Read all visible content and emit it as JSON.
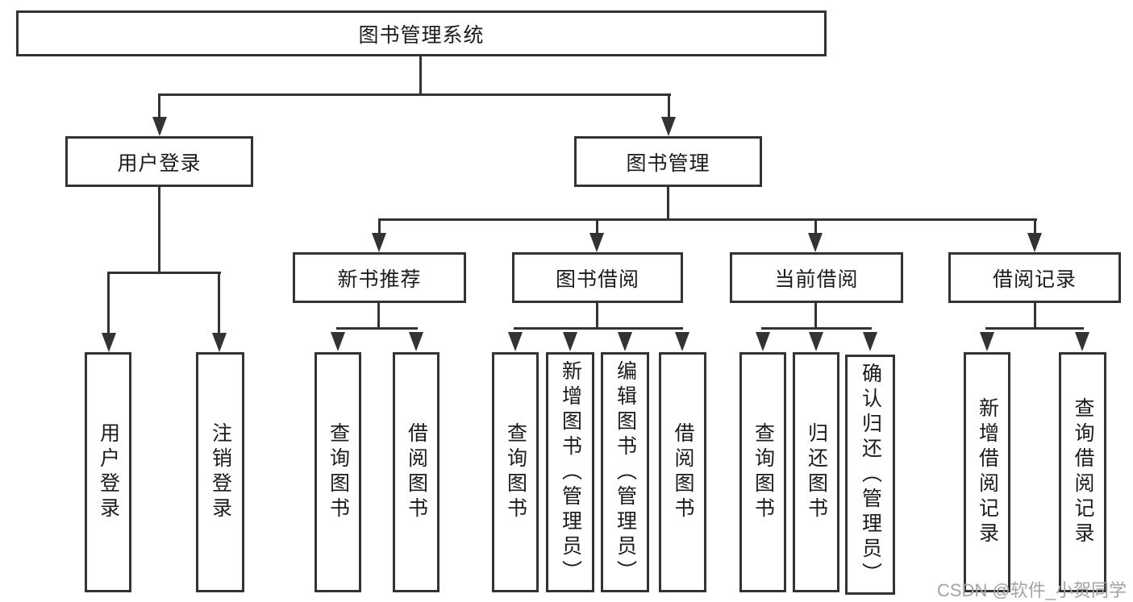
{
  "watermark": {
    "text": "CSDN @软件_小贺同学",
    "color": "#a3a3a3"
  },
  "colors": {
    "border": "#333333",
    "line": "#333333",
    "text": "#1b1b1b",
    "background": "#ffffff"
  },
  "tree": {
    "root": {
      "label": "图书管理系统"
    },
    "user_login": {
      "label": "用户登录",
      "leaves": [
        "用户登录",
        "注销登录"
      ]
    },
    "book_management": {
      "label": "图书管理",
      "groups": [
        {
          "label": "新书推荐",
          "leaves": [
            "查询图书",
            "借阅图书"
          ]
        },
        {
          "label": "图书借阅",
          "leaves": [
            "查询图书",
            "新增图书（管理员）",
            "编辑图书（管理员）",
            "借阅图书"
          ]
        },
        {
          "label": "当前借阅",
          "leaves": [
            "查询图书",
            "归还图书",
            "确认归还（管理员）"
          ]
        },
        {
          "label": "借阅记录",
          "leaves": [
            "新增借阅记录",
            "查询借阅记录"
          ]
        }
      ]
    }
  }
}
